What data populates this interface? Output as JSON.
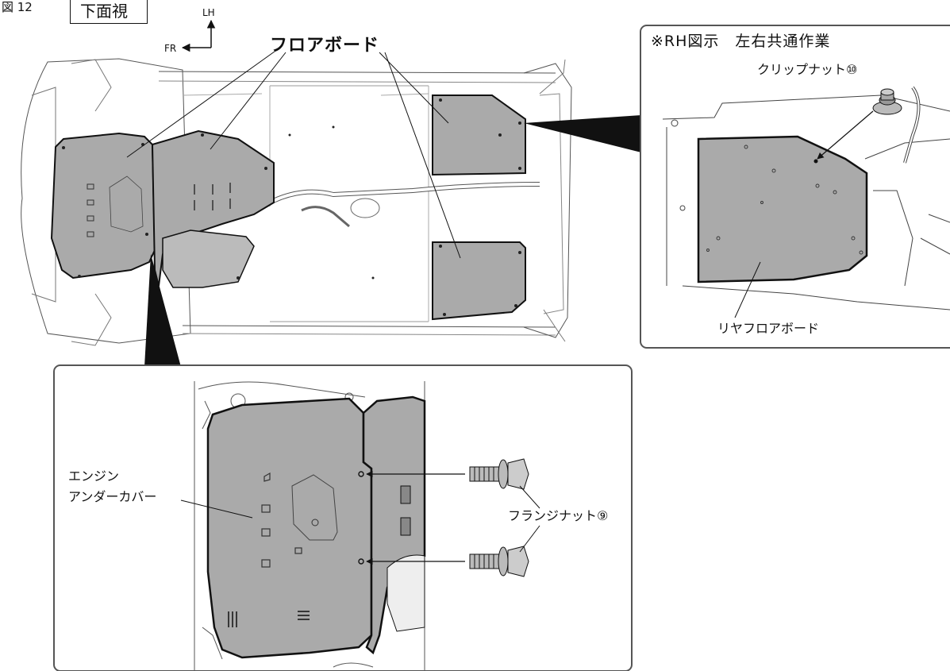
{
  "figure": {
    "number": "図 12",
    "view": "下面視"
  },
  "orientation": {
    "up": "LH",
    "left": "FR"
  },
  "main": {
    "floor_board_label": "フロアボード"
  },
  "inset_rh": {
    "note": "※RH図示　左右共通作業",
    "clip_nut_label": "クリップナット⑩",
    "rear_floor_board_label": "リヤフロアボード"
  },
  "inset_engine": {
    "engine_cover_line1": "エンジン",
    "engine_cover_line2": "アンダーカバー",
    "flange_nut_label": "フランジナット⑨"
  },
  "colors": {
    "panel": "#aaaaaa",
    "line": "#111111",
    "frame": "#666666"
  }
}
